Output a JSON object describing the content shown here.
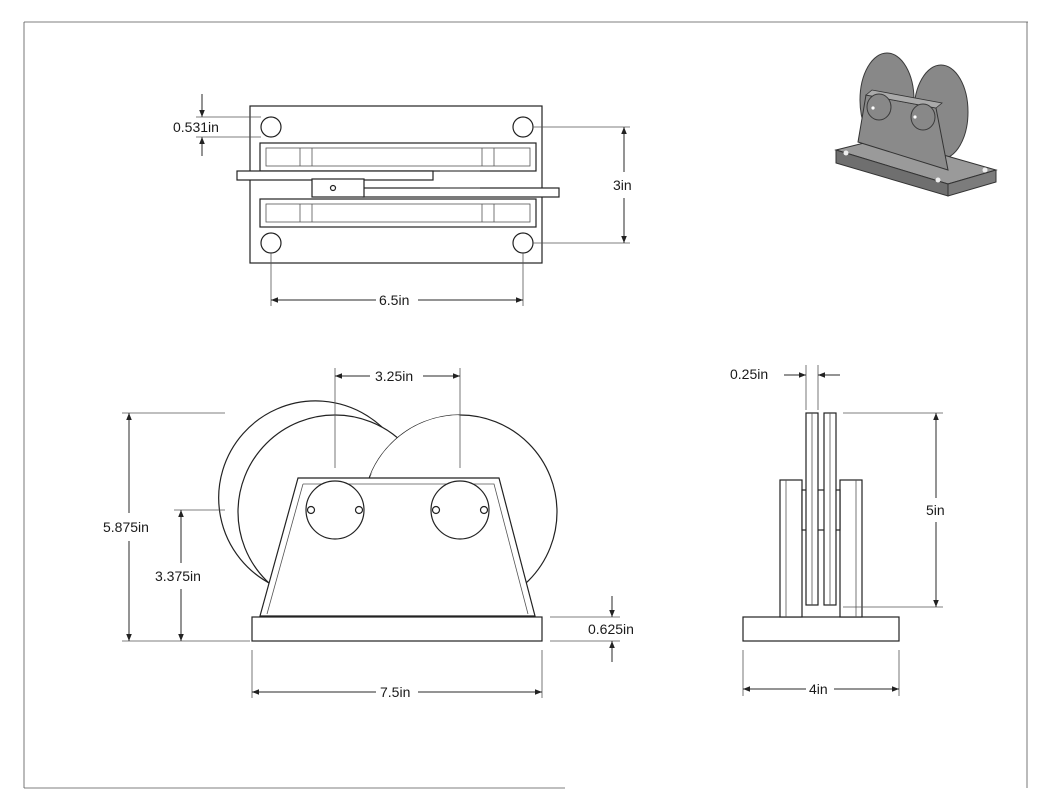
{
  "drawing": {
    "top_view": {
      "hole_diameter": "0.531in",
      "width": "3in",
      "hole_spacing": "6.5in"
    },
    "front_view": {
      "sheave_spacing": "3.25in",
      "overall_height": "5.875in",
      "axle_height": "3.375in",
      "base_thickness": "0.625in",
      "base_length": "7.5in"
    },
    "side_view": {
      "plate_thickness": "0.25in",
      "height": "5in",
      "base_width": "4in"
    },
    "iso_view": {
      "description_icon": "isometric-preview"
    }
  },
  "colors": {
    "line": "#2a2a2a",
    "iso_fill": "#8a8a8a"
  }
}
